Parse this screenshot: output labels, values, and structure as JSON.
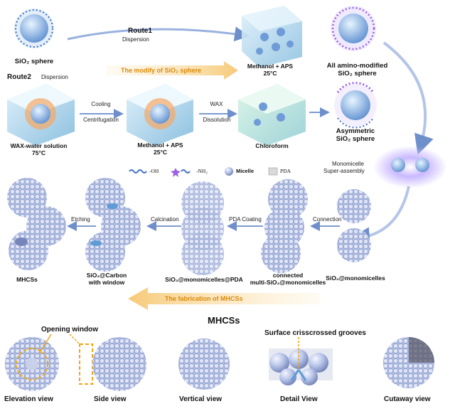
{
  "top": {
    "sio2_sphere": "SiO₂ sphere",
    "route1": "Route1",
    "route1_sub": "Dispersion",
    "route2": "Route2",
    "route2_sub": "Dispersion",
    "modify_banner": "The modify of SiO₂ sphere",
    "methanol_aps_top": "Methanol + APS",
    "temp_top": "25°C",
    "all_amino_1": "All amino-modified",
    "all_amino_2": "SiO₂ sphere",
    "wax_label_1": "WAX-water solution",
    "wax_label_2": "75°C",
    "cooling": "Cooling",
    "centrifugation": "Centrifugation",
    "methanol_aps_mid": "Methanol + APS",
    "temp_mid": "25°C",
    "wax": "WAX",
    "dissolution": "Dissolution",
    "chloroform": "Chloroform",
    "asym_1": "Asymmetric",
    "asym_2": "SiO₂ sphere",
    "monomicelle_1": "Monomicelle",
    "monomicelle_2": "Super-assembly"
  },
  "legend": {
    "oh": "-OH",
    "nh2": "-NH₂",
    "micelle": "Micelle",
    "pda": "PDA"
  },
  "middle": {
    "etching": "Etching",
    "calcination": "Calcination",
    "pda_coating": "PDA Coating",
    "connection": "Connection",
    "mhcss": "MHCSs",
    "sio2_carbon_1": "SiO₂@Carbon",
    "sio2_carbon_2": "with window",
    "sio2_mono_pda": "SiO₂@monomicelles@PDA",
    "connected_1": "connected",
    "connected_2": "multi-SiO₂@monomicelles",
    "sio2_mono": "SiO₂@monomicelles",
    "fabrication_banner": "The fabrication of MHCSs"
  },
  "bottom": {
    "title": "MHCSs",
    "opening_window": "Opening window",
    "grooves": "Surface crisscrossed grooves",
    "views": [
      "Elevation view",
      "Side view",
      "Vertical view",
      "Detail View",
      "Cutaway view"
    ]
  },
  "colors": {
    "accent_orange": "#e39a1c",
    "sphere_blue": "#8ea6d8",
    "cube_blue": "#a9d3ea",
    "arrow_blue": "#7d9bd0"
  }
}
